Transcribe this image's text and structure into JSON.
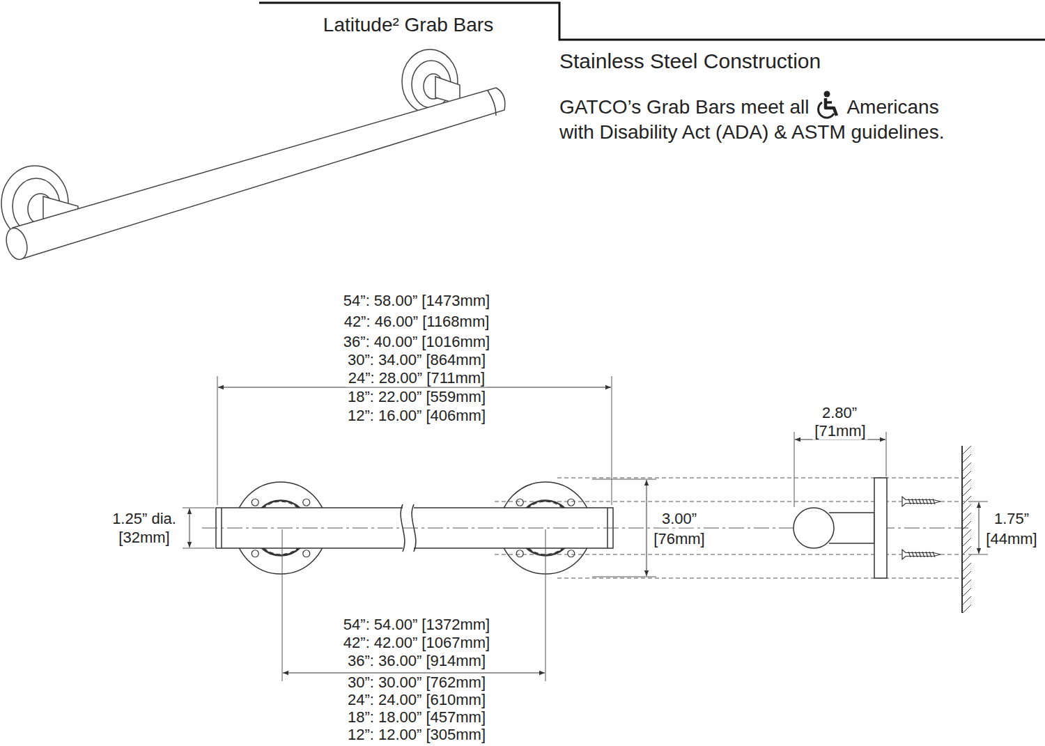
{
  "diagram": {
    "title": "Latitude² Grab Bars",
    "labels": [
      "Stainless Steel Construction",
      "GATCO’s Grab Bars meet all",
      "Americans",
      "with Disability Act (ADA) & ASTM guidelines.",
      "54”: 58.00” [1473mm]",
      "42”: 46.00” [1168mm]",
      "36”: 40.00” [1016mm]",
      "30”: 34.00” [864mm]",
      "24”: 28.00” [711mm]",
      "18”: 22.00” [559mm]",
      "12”: 16.00” [406mm]",
      "54”: 54.00” [1372mm]",
      "42”: 42.00” [1067mm]",
      "36”: 36.00” [914mm]",
      "30”: 30.00” [762mm]",
      "24”: 24.00” [610mm]",
      "18”: 18.00” [457mm]",
      "12”: 12.00” [305mm]",
      "1.25” dia.",
      "[32mm]",
      "3.00”",
      "[76mm]",
      "2.80”",
      "[71mm]",
      "1.75”",
      "[44mm]"
    ]
  }
}
